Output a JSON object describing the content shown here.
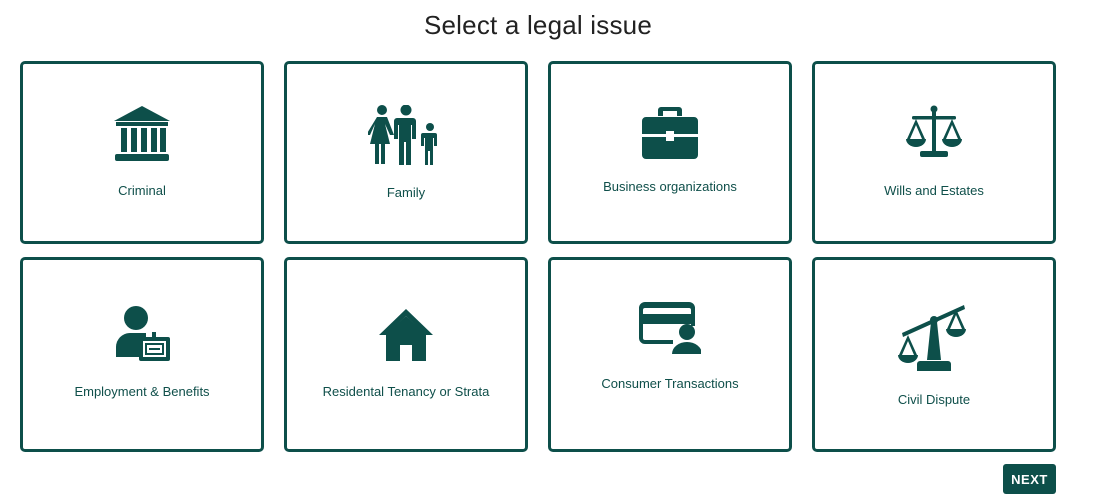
{
  "page": {
    "title": "Select a legal issue"
  },
  "issues": [
    {
      "label": "Criminal",
      "icon": "courthouse-icon"
    },
    {
      "label": "Family",
      "icon": "family-icon"
    },
    {
      "label": "Business organizations",
      "icon": "briefcase-icon"
    },
    {
      "label": "Wills and Estates",
      "icon": "scales-icon"
    },
    {
      "label": "Employment & Benefits",
      "icon": "employee-badge-icon"
    },
    {
      "label": "Residental Tenancy or Strata",
      "icon": "house-icon"
    },
    {
      "label": "Consumer Transactions",
      "icon": "credit-card-user-icon"
    },
    {
      "label": "Civil Dispute",
      "icon": "tilted-scales-icon"
    }
  ],
  "actions": {
    "next_label": "NEXT"
  },
  "colors": {
    "accent": "#0d4f4a",
    "title_text": "#222222",
    "background": "#ffffff"
  }
}
